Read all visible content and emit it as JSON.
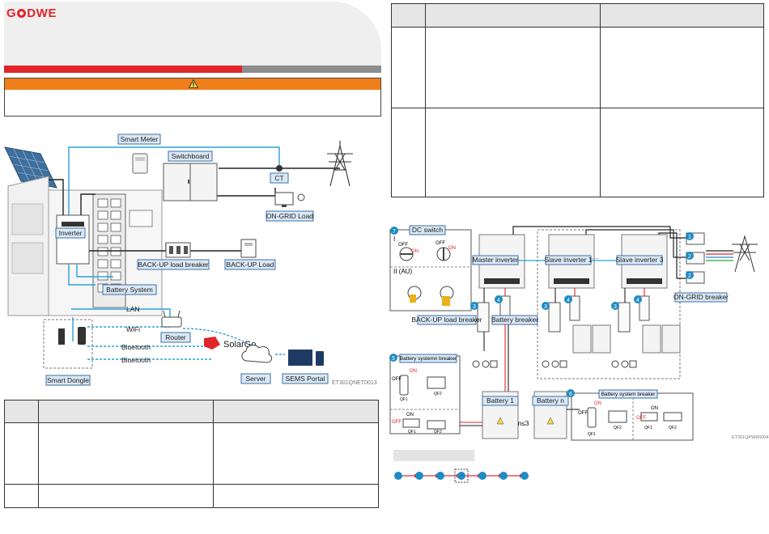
{
  "brand": {
    "logo_prefix": "G",
    "logo_suffix": "DWE",
    "accent": "#e0252b",
    "warning_color": "#ef7f1a",
    "label_blue": "#dbe9f5"
  },
  "progress": {
    "fraction": 0.63
  },
  "warning": {
    "icon": "warning-triangle-icon"
  },
  "left_diagram": {
    "labels": {
      "smart_meter": "Smart Meter",
      "switchboard": "Switchboard",
      "ct": "CT",
      "on_grid_load": "ON-GRID Load",
      "inverter": "Inverter",
      "backup_breaker": "BACK-UP load breaker",
      "backup_load": "BACK-UP Load",
      "battery_system": "Battery System",
      "lan": "LAN",
      "wifi": "WiFi",
      "bluetooth_1": "Bluetooth",
      "bluetooth_2": "Bluetooth",
      "router": "Router",
      "solargo": "SolarGo",
      "smart_dongle": "Smart Dongle",
      "server": "Server",
      "sems_portal": "SEMS Portal",
      "code": "ET301QNET0013"
    }
  },
  "right_diagram": {
    "labels": {
      "dc_switch": "DC switch",
      "roman_1": "I",
      "roman_2": "II (AU)",
      "off": "OFF",
      "on": "ON",
      "master_inverter": "Master inverter",
      "slave_inverter_1": "Slave inverter 1",
      "slave_inverter_3": "Slave inverter 3",
      "dots": "......",
      "on_grid_breaker": "ON-GRID breaker",
      "backup_breaker": "BACK-UP load breaker",
      "battery_breaker": "Battery breaker",
      "battery_system_breaker_5": "Battery systemn breaker",
      "battery_system_breaker_6": "Battery system breaker",
      "battery_1": "Battery 1",
      "battery_n": "Battery n",
      "n_le_3": "n≤3",
      "qf1": "QF1",
      "qf2": "QF2",
      "code": "ET301QPWR0004"
    },
    "step_badges": [
      "1",
      "2",
      "2",
      "3",
      "4",
      "3",
      "4",
      "3",
      "4",
      "5",
      "6",
      "7"
    ]
  },
  "flow": {
    "nodes": 7,
    "highlighted_index": 3
  }
}
